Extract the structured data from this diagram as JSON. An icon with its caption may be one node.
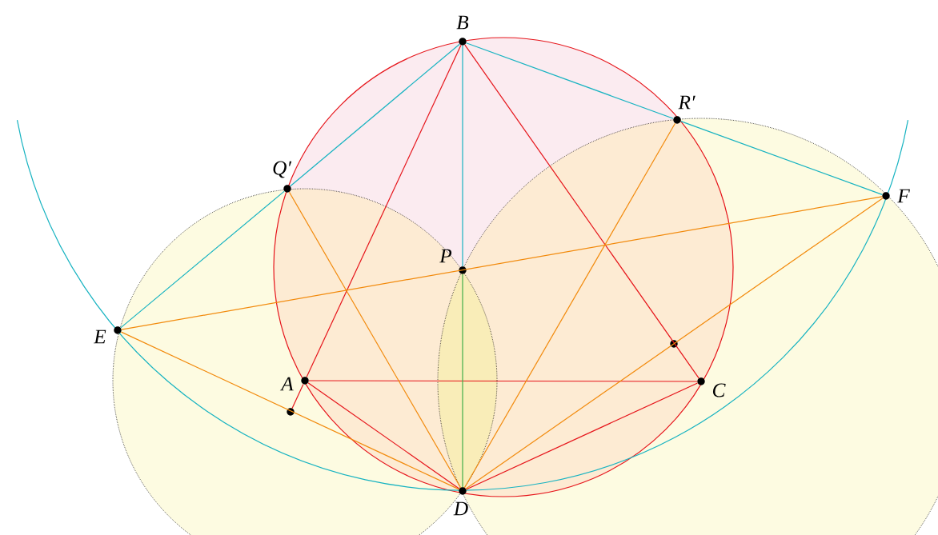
{
  "diagram": {
    "nodes": [
      {
        "text": [
          "B"
        ]
      },
      {
        "text": [
          "R′"
        ]
      },
      {
        "text": [
          "Q′"
        ]
      },
      {
        "text": [
          "F"
        ]
      },
      {
        "text": [
          "P"
        ]
      },
      {
        "text": [
          "E"
        ]
      },
      {
        "text": [],
        "shape": "circle"
      },
      {
        "text": [
          "A"
        ]
      },
      {
        "text": [
          "C"
        ]
      },
      {
        "text": [],
        "shape": "circle"
      },
      {
        "text": [
          "D"
        ]
      }
    ],
    "edges": [
      {
        "from": 7,
        "to": 0,
        "arrow": "none"
      },
      {
        "from": 0,
        "to": 8,
        "arrow": "none"
      },
      {
        "from": 7,
        "to": 8,
        "arrow": "none"
      },
      {
        "from": 7,
        "to": 10,
        "arrow": "none"
      },
      {
        "from": 8,
        "to": 10,
        "arrow": "none"
      },
      {
        "from": 7,
        "to": 9,
        "arrow": "none"
      },
      {
        "from": 0,
        "to": 2,
        "arrow": "none",
        "color": "#17b3c1"
      },
      {
        "from": 0,
        "to": 1,
        "arrow": "none",
        "color": "#17b3c1"
      },
      {
        "from": 1,
        "to": 3,
        "arrow": "none",
        "color": "#17b3c1"
      },
      {
        "from": 5,
        "to": 2,
        "arrow": "none",
        "color": "#17b3c1"
      },
      {
        "from": 0,
        "to": 4,
        "arrow": "none",
        "color": "#17b3c1"
      },
      {
        "from": 5,
        "to": 3,
        "arrow": "none",
        "color": "#f28a0c"
      },
      {
        "from": 2,
        "to": 10,
        "arrow": "none",
        "color": "#f28a0c"
      },
      {
        "from": 1,
        "to": 10,
        "arrow": "none",
        "color": "#f28a0c"
      },
      {
        "from": 3,
        "to": 10,
        "arrow": "none",
        "color": "#f28a0c"
      },
      {
        "from": 5,
        "to": 10,
        "arrow": "none",
        "color": "#f28a0c"
      },
      {
        "from": 4,
        "to": 10,
        "arrow": "none",
        "color": "#3fae49"
      }
    ]
  }
}
